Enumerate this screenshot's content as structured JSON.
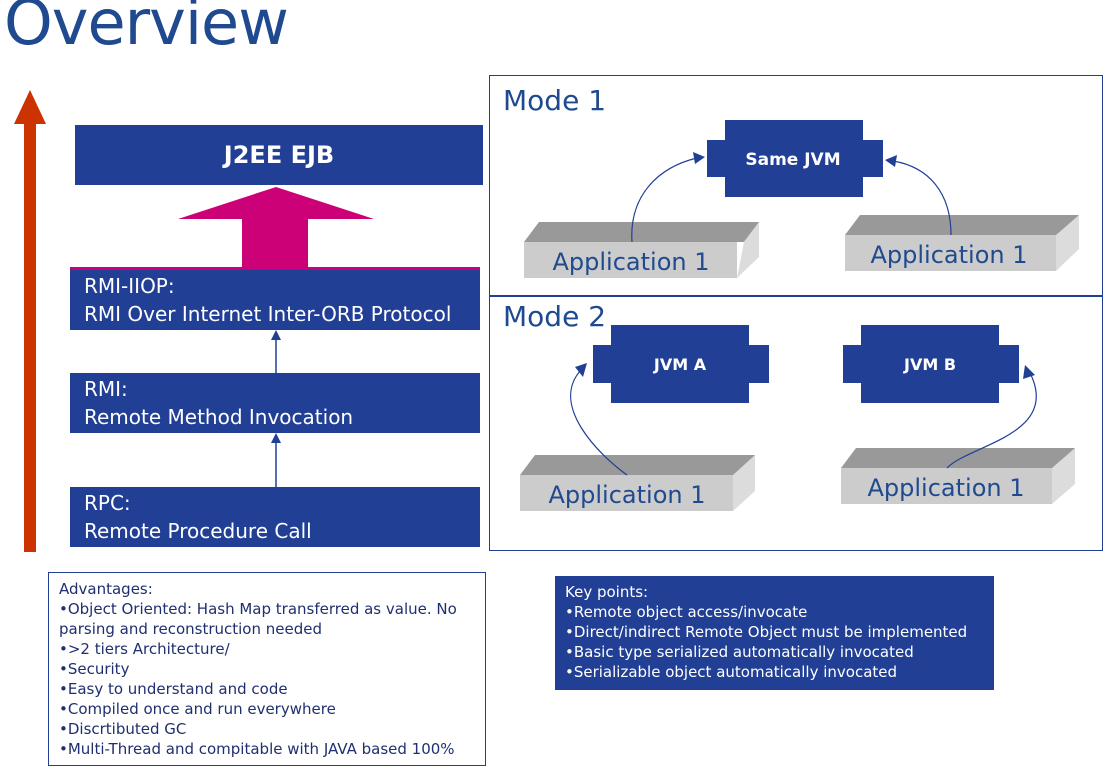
{
  "title": "Overview",
  "stack": {
    "top": "J2EE EJB",
    "layers": [
      {
        "name": "RMI-IIOP:",
        "desc": "RMI Over Internet Inter-ORB Protocol"
      },
      {
        "name": "RMI:",
        "desc": "Remote Method Invocation"
      },
      {
        "name": "RPC:",
        "desc": "Remote Procedure Call"
      }
    ]
  },
  "modes": [
    {
      "label": "Mode 1",
      "jvms": [
        "Same JVM"
      ],
      "apps": [
        "Application 1",
        "Application 1"
      ]
    },
    {
      "label": "Mode 2",
      "jvms": [
        "JVM A",
        "JVM B"
      ],
      "apps": [
        "Application 1",
        "Application 1"
      ]
    }
  ],
  "advantages": {
    "heading": "Advantages:",
    "items": [
      "•Object Oriented: Hash Map transferred as value. No",
      "parsing and reconstruction needed",
      "•>2 tiers Architecture/",
      "•Security",
      "•Easy to understand and code",
      "•Compiled once and run everywhere",
      "•Discrtibuted GC",
      "•Multi-Thread and compitable with JAVA based 100%"
    ]
  },
  "key_points": {
    "heading": "Key points:",
    "items": [
      "•Remote object access/invocate",
      "•Direct/indirect Remote Object must be implemented",
      "•Basic type serialized automatically invocated",
      "•Serializable object automatically invocated"
    ]
  },
  "colors": {
    "primary": "#213f95",
    "up_arrow": "#cc3300",
    "big_arrow": "#cc0077",
    "box3d_front": "#cccccc",
    "box3d_top": "#999999"
  }
}
